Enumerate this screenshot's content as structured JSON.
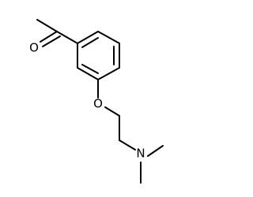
{
  "molecule": {
    "atoms": {
      "carbonyl_oxygen": "O",
      "ether_oxygen": "O",
      "amine_nitrogen": "N"
    },
    "bond_color": "#000000"
  }
}
